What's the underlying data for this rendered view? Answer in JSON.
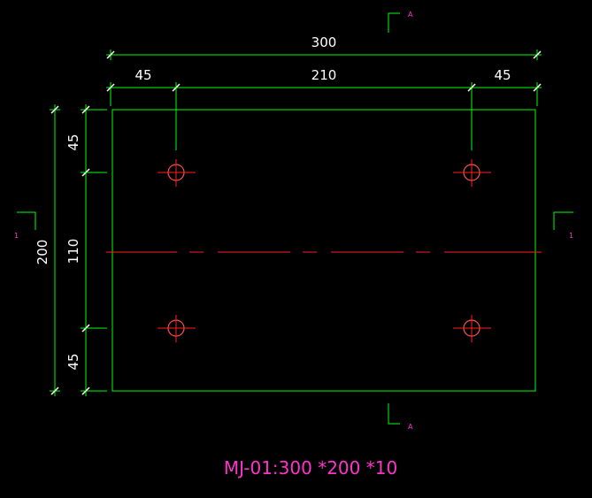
{
  "dimensions": {
    "overall_width": "300",
    "left_edge": "45",
    "hole_spacing_h": "210",
    "right_edge": "45",
    "overall_height": "200",
    "top_edge": "45",
    "hole_spacing_v": "110",
    "bottom_edge": "45"
  },
  "section_marks": {
    "top": "A",
    "bottom": "A",
    "left": "1",
    "right": "1"
  },
  "title": "MJ-01:300 *200 *10",
  "colors": {
    "background": "#000000",
    "outline": "#00ff00",
    "centerline": "#ff2020",
    "dimension_text": "#ffffff",
    "annotation": "#ff33cc"
  }
}
